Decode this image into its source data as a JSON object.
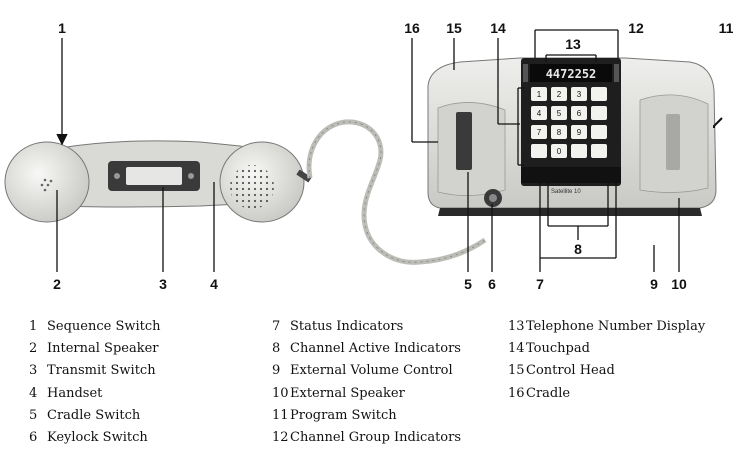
{
  "callouts": [
    "1",
    "2",
    "3",
    "4",
    "5",
    "6",
    "7",
    "8",
    "9",
    "10",
    "11",
    "12",
    "13",
    "14",
    "15",
    "16"
  ],
  "display_number": "4472252",
  "brand_text": "Satellite 10",
  "keypad": [
    "1",
    "2",
    "3",
    "",
    "4",
    "5",
    "6",
    "",
    "7",
    "8",
    "9",
    "",
    "",
    "0",
    "",
    ""
  ],
  "legend": {
    "col1": [
      {
        "num": "1",
        "label": "Sequence Switch"
      },
      {
        "num": "2",
        "label": "Internal Speaker"
      },
      {
        "num": "3",
        "label": "Transmit Switch"
      },
      {
        "num": "4",
        "label": "Handset"
      },
      {
        "num": "5",
        "label": "Cradle Switch"
      },
      {
        "num": "6",
        "label": "Keylock Switch"
      }
    ],
    "col2": [
      {
        "num": "7",
        "label": "Status Indicators"
      },
      {
        "num": "8",
        "label": "Channel Active Indicators"
      },
      {
        "num": "9",
        "label": "External Volume Control"
      },
      {
        "num": "10",
        "label": "External Speaker"
      },
      {
        "num": "11",
        "label": "Program Switch"
      },
      {
        "num": "12",
        "label": "Channel Group Indicators"
      }
    ],
    "col3": [
      {
        "num": "13",
        "label": "Telephone Number Display"
      },
      {
        "num": "14",
        "label": "Touchpad"
      },
      {
        "num": "15",
        "label": "Control Head"
      },
      {
        "num": "16",
        "label": "Cradle"
      }
    ]
  }
}
